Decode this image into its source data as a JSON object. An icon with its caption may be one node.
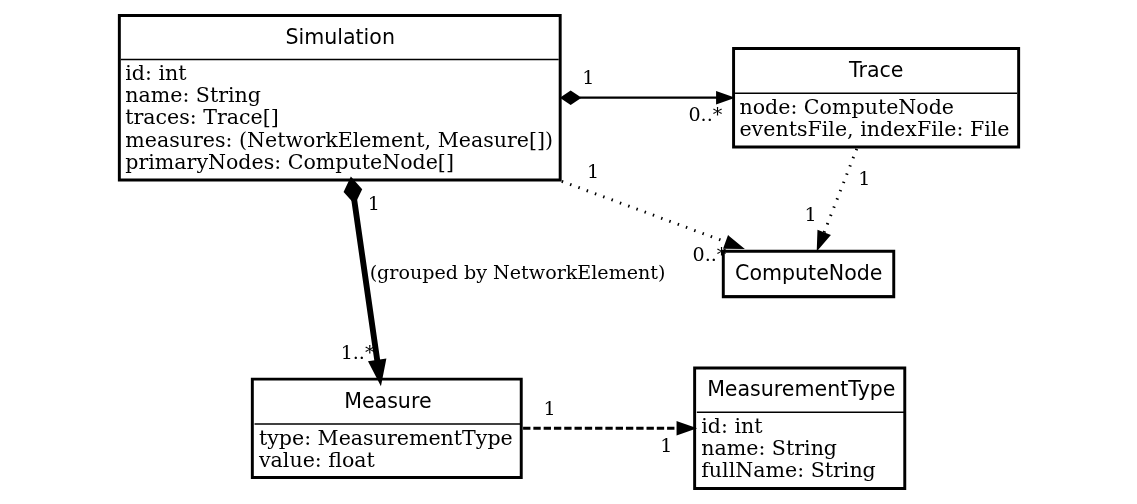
{
  "diagram": {
    "nodes": [
      {
        "text": [
          "Simulation",
          "id: int",
          "name: String",
          "traces: Trace[]",
          "measures: (NetworkElement, Measure[])",
          "primaryNodes: ComputeNode[]"
        ]
      },
      {
        "text": [
          "Trace",
          "node: ComputeNode",
          "eventsFile, indexFile: File"
        ]
      },
      {
        "text": [
          "ComputeNode"
        ]
      },
      {
        "text": [
          "Measure",
          "type: MeasurementType",
          "value: float"
        ]
      },
      {
        "text": [
          "MeasurementType",
          "id: int",
          "name: String",
          "fullName: String"
        ]
      }
    ],
    "edges": [
      {
        "from": 0,
        "to": 1,
        "arrow": "to"
      },
      {
        "from": 1,
        "to": 2,
        "arrow": "to",
        "style": "dashed"
      },
      {
        "from": 0,
        "to": 2,
        "arrow": "to",
        "style": "dashed"
      },
      {
        "from": 0,
        "to": 3,
        "arrow": "to",
        "style": "thick",
        "label": "(grouped by NetworkElement)"
      },
      {
        "from": 3,
        "to": 4,
        "arrow": "to",
        "style": "dashed"
      }
    ],
    "labels": [
      "1",
      "0..*",
      "1",
      "1",
      "1",
      "0..*",
      "1",
      "1..*",
      "1",
      "1"
    ]
  }
}
